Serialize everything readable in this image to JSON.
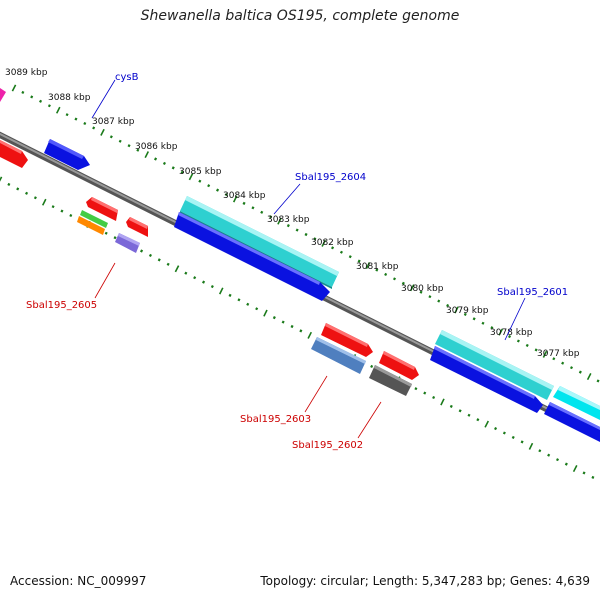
{
  "title": "Shewanella baltica OS195, complete genome",
  "footer": {
    "accession": "Accession: NC_009997",
    "summary": "Topology: circular; Length: 5,347,283 bp; Genes: 4,639"
  },
  "ticks": [
    {
      "label": "3089 kbp"
    },
    {
      "label": "3088 kbp"
    },
    {
      "label": "3087 kbp"
    },
    {
      "label": "3086 kbp"
    },
    {
      "label": "3085 kbp"
    },
    {
      "label": "3084 kbp"
    },
    {
      "label": "3083 kbp"
    },
    {
      "label": "3082 kbp"
    },
    {
      "label": "3081 kbp"
    },
    {
      "label": "3080 kbp"
    },
    {
      "label": "3079 kbp"
    },
    {
      "label": "3078 kbp"
    },
    {
      "label": "3077 kbp"
    }
  ],
  "gene_labels": [
    {
      "text": "cysB",
      "color": "#0000cc"
    },
    {
      "text": "Sbal195_2604",
      "color": "#0000cc"
    },
    {
      "text": "Sbal195_2601",
      "color": "#0000cc"
    },
    {
      "text": "Sbal195_2605",
      "color": "#cc0000"
    },
    {
      "text": "Sbal195_2603",
      "color": "#cc0000"
    },
    {
      "text": "Sbal195_2602",
      "color": "#cc0000"
    }
  ],
  "colors": {
    "backbone": "#7a7a7a",
    "tick": "#1a7a1a",
    "cds_forward": "#0a12e0",
    "rna_forward": "#2ed0d0",
    "cds_reverse": "#ee1111",
    "gene_steelblue": "#4f7fbf",
    "gene_gray": "#555555",
    "gene_purple": "#7b68d8",
    "gene_green": "#44cc44",
    "gene_orange": "#ff8800",
    "gene_magenta": "#ee22aa"
  }
}
